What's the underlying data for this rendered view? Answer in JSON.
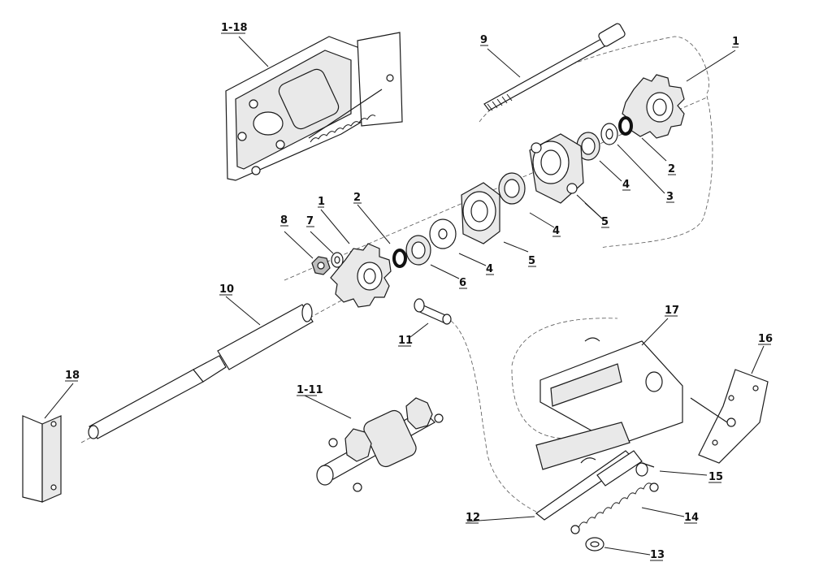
{
  "callouts": {
    "c1_18": "1-18",
    "c9": "9",
    "c1_top": "1",
    "c2_right": "2",
    "c3": "3",
    "c4_right": "4",
    "c5_right": "5",
    "c4_mid": "4",
    "c5_mid": "5",
    "c4_left": "4",
    "c6": "6",
    "c2_left": "2",
    "c1_left": "1",
    "c7": "7",
    "c8": "8",
    "c10": "10",
    "c11": "11",
    "c17": "17",
    "c16": "16",
    "c18": "18",
    "c1_11": "1-11",
    "c15": "15",
    "c12": "12",
    "c14": "14",
    "c13": "13"
  }
}
